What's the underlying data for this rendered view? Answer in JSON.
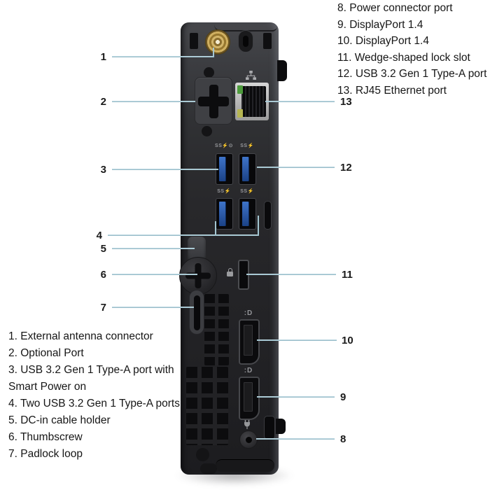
{
  "figure_title": "Mini PC rear panel callout diagram",
  "legend_top_right": [
    "8. Power connector port",
    "9. DisplayPort 1.4",
    "10. DisplayPort 1.4",
    "11. Wedge-shaped lock slot",
    "12. USB 3.2 Gen 1 Type-A port",
    "13. RJ45 Ethernet port"
  ],
  "legend_bottom_left": [
    "1. External antenna connector",
    "2. Optional Port",
    "3. USB 3.2 Gen 1 Type-A port with Smart Power on",
    "4. Two USB 3.2 Gen 1 Type-A ports",
    "5. DC-in cable holder",
    "6. Thumbscrew",
    "7. Padlock loop"
  ],
  "callout_numbers": {
    "c1": "1",
    "c2": "2",
    "c3": "3",
    "c4": "4",
    "c5": "5",
    "c6": "6",
    "c7": "7",
    "c8": "8",
    "c9": "9",
    "c10": "10",
    "c11": "11",
    "c12": "12",
    "c13": "13"
  },
  "port_markings": {
    "usb_smart_power": "SS⚡⊙",
    "usb_standard": "SS⚡",
    "displayport_logo": ":D"
  },
  "colors": {
    "callout_line_top": "#c9e2eb",
    "callout_line_bottom": "#8db3c0",
    "chassis_dark": "#27272a",
    "usb_blue": "#2457a8",
    "antenna_gold": "#bb9a4f",
    "led_green": "#4d9c3c",
    "led_amber": "#b6b652"
  }
}
